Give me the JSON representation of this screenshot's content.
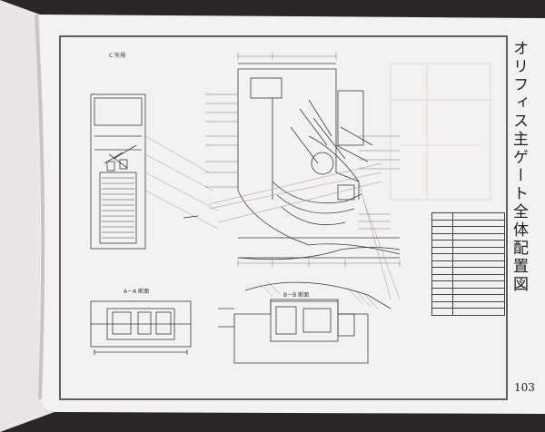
{
  "drawing": {
    "title": "オリフィス主ゲート全体配置図",
    "page_number": "103",
    "labels": {
      "view_c": "C 矢視",
      "section_aa": "A－A 断面",
      "section_bb": "B－B 断面"
    }
  },
  "colors": {
    "paper": "#f4f2f1",
    "backdrop": "#2a2628",
    "ink": "#3a3a3a",
    "frame": "#222222"
  }
}
